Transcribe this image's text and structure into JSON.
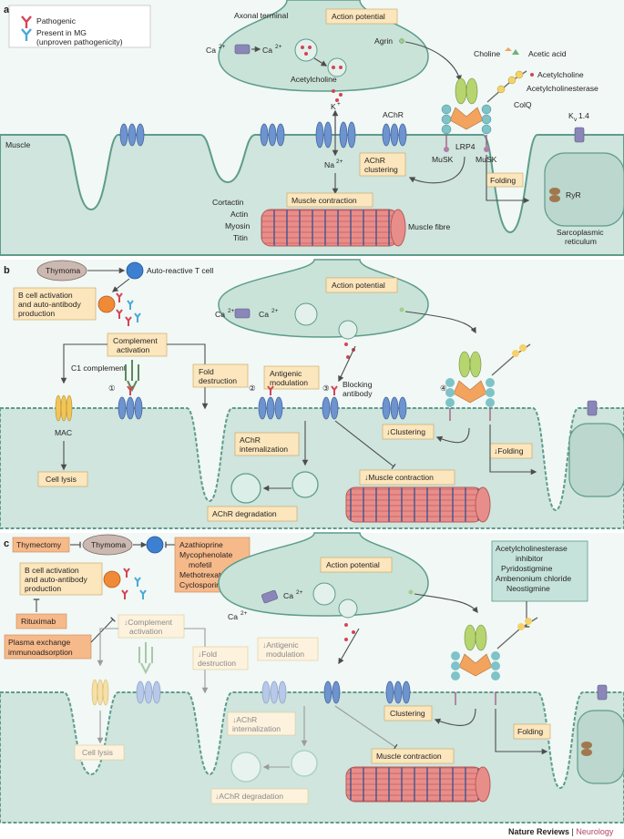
{
  "legend": {
    "pathogenic": "Pathogenic",
    "present_mg_1": "Present in MG",
    "present_mg_2": "(unproven pathogenicity)"
  },
  "panel_letters": [
    "a",
    "b",
    "c"
  ],
  "panel_a": {
    "axonal_terminal": "Axonal terminal",
    "action_potential": "Action potential",
    "ca_left": "Ca",
    "ca_right": "Ca",
    "charge_2plus": "2+",
    "agrin": "Agrin",
    "choline": "Choline",
    "acetic_acid": "Acetic acid",
    "acetylcholine_right": "Acetylcholine",
    "acetylcholinesterase": "Acetylcholinesterase",
    "acetylcholine_left": "Acetylcholine",
    "colq": "ColQ",
    "k_plus": "K",
    "plus": "+",
    "achr": "AChR",
    "lrp4": "LRP4",
    "kv": "K",
    "kv_sub": "v",
    "kv_num": "1.4",
    "muscle": "Muscle",
    "na": "Na",
    "achr_clustering_1": "AChR",
    "achr_clustering_2": "clustering",
    "musk_left": "MuSK",
    "musk_right": "MuSK",
    "folding": "Folding",
    "ryr": "RyR",
    "cortactin": "Cortactin",
    "muscle_contraction": "Muscle contraction",
    "actin": "Actin",
    "myosin": "Myosin",
    "titin": "Titin",
    "muscle_fibre": "Muscle fibre",
    "sarcoplasmic_1": "Sarcoplasmic",
    "sarcoplasmic_2": "reticulum"
  },
  "panel_b": {
    "thymoma": "Thymoma",
    "auto_reactive": "Auto-reactive T cell",
    "bcell_1": "B cell activation",
    "bcell_2": "and auto-antibody",
    "bcell_3": "production",
    "action_potential": "Action potential",
    "ca_left": "Ca",
    "ca_right": "Ca",
    "charge_2plus": "2+",
    "complement_1": "Complement",
    "complement_2": "activation",
    "c1_complement": "C1 complement",
    "fold_destruction_1": "Fold",
    "fold_destruction_2": "destruction",
    "antigenic_1": "Antigenic",
    "antigenic_2": "modulation",
    "blocking_1": "Blocking",
    "blocking_2": "antibody",
    "num1": "①",
    "num2": "②",
    "num3": "③",
    "num4": "④",
    "mac": "MAC",
    "clustering": "↓Clustering",
    "achr_intern_1": "AChR",
    "achr_intern_2": "internalization",
    "folding": "↓Folding",
    "muscle_contraction": "↓Muscle contraction",
    "cell_lysis": "Cell lysis",
    "achr_degradation": "AChR degradation"
  },
  "panel_c": {
    "thymectomy": "Thymectomy",
    "thymoma": "Thymoma",
    "immuno_1": "Azathioprine",
    "immuno_2": "Mycophenolate",
    "immuno_3": "mofetil",
    "immuno_4": "Methotrexate",
    "immuno_5": "Cyclosporine",
    "bcell_1": "B cell activation",
    "bcell_2": "and auto-antibody",
    "bcell_3": "production",
    "rituximab": "Rituximab",
    "plasma_1": "Plasma exchange",
    "plasma_2": "immunoadsorption",
    "action_potential": "Action potential",
    "ca_left": "Ca",
    "ca_right": "Ca",
    "charge_2plus": "2+",
    "ache_1": "Acetylcholinesterase",
    "ache_2": "inhibitor",
    "ache_3": "Pyridostigmine",
    "ache_4": "Ambenonium chloride",
    "ache_5": "Neostigmine",
    "complement_1": "↓Complement",
    "complement_2": "activation",
    "fold_1": "↓Fold",
    "fold_2": "destruction",
    "antigenic_1": "↓Antigenic",
    "antigenic_2": "modulation",
    "clustering": "Clustering",
    "achr_intern_1": "↓AChR",
    "achr_intern_2": "internalization",
    "folding": "Folding",
    "cell_lysis": "Cell lysis",
    "muscle_contraction": "Muscle contraction",
    "achr_degradation": "↓AChR degradation"
  },
  "footer": {
    "publisher": "Nature Reviews",
    "separator": " | ",
    "journal": "Neurology"
  },
  "colors": {
    "muscle_fill": "#cfe5dd",
    "muscle_stroke": "#5e9c8c",
    "nerve_fill": "#c9e3d8",
    "achr_blue": "#6e94cf",
    "pathogenic_red": "#d34556",
    "present_blue": "#4aa8d8",
    "highlight_box": "#fbe6bd",
    "therapy_box": "#f6b98a",
    "journal": "#b04668"
  }
}
